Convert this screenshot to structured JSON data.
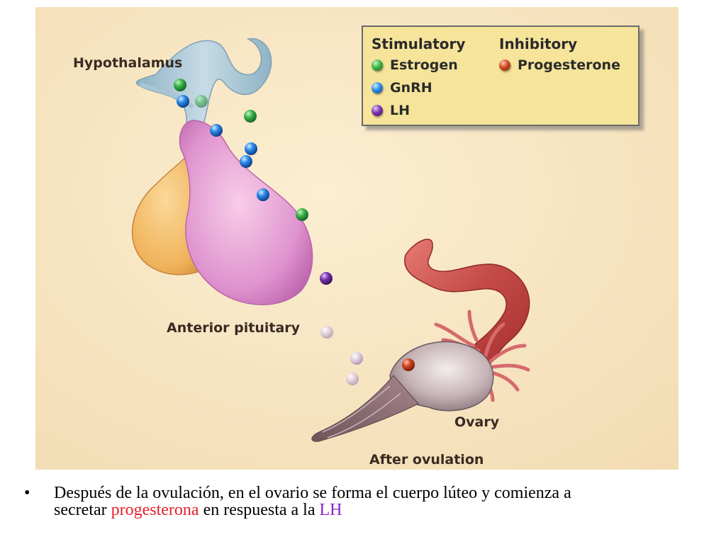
{
  "labels": {
    "hypothalamus": "Hypothalamus",
    "anterior_pituitary": "Anterior pituitary",
    "ovary": "Ovary",
    "after_ovulation": "After ovulation"
  },
  "legend": {
    "stimulatory_heading": "Stimulatory",
    "inhibitory_heading": "Inhibitory",
    "items": [
      {
        "label": "Estrogen",
        "color": "#2fa83c",
        "icon": "green-dot-icon"
      },
      {
        "label": "GnRH",
        "color": "#2a86e6",
        "icon": "blue-dot-icon"
      },
      {
        "label": "LH",
        "color": "#6a2a9a",
        "icon": "purple-dot-icon"
      },
      {
        "label": "Progesterone",
        "color": "#c0361c",
        "icon": "red-dot-icon"
      }
    ]
  },
  "caption": {
    "bullet": "•",
    "line1": "Después de la ovulación, en el ovario se forma el cuerpo lúteo y comienza a",
    "line2_prefix": "secretar ",
    "highlight_progesterone": "progesterona",
    "line2_middle": " en respuesta a la ",
    "highlight_lh": "LH",
    "progesterone_color": "#e8202a",
    "lh_color": "#8a22c8"
  }
}
